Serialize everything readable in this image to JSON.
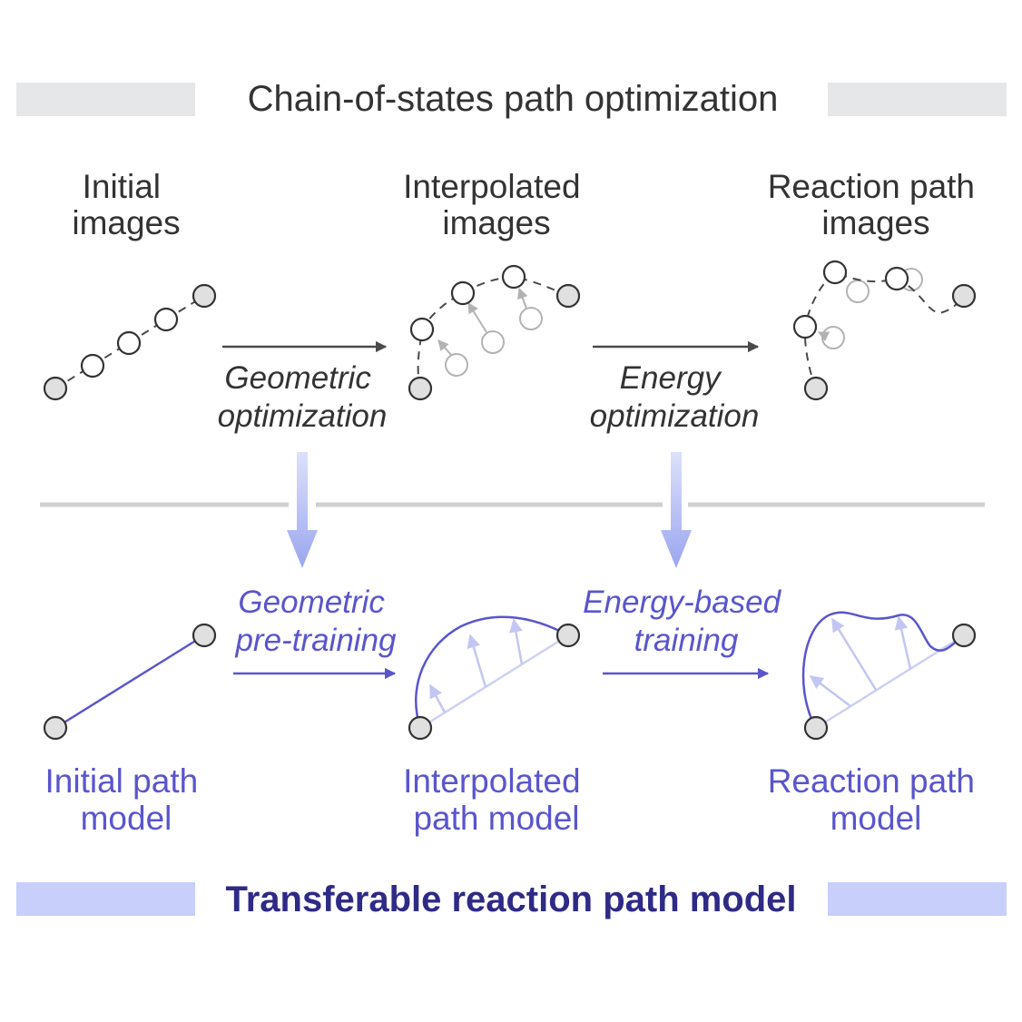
{
  "header": {
    "title": "Chain-of-states path optimization"
  },
  "top_row": {
    "initial": {
      "line1": "Initial",
      "line2": "images"
    },
    "interpolated": {
      "line1": "Interpolated",
      "line2": "images"
    },
    "reaction": {
      "line1": "Reaction path",
      "line2": "images"
    },
    "op1": {
      "line1": "Geometric",
      "line2": "optimization"
    },
    "op2": {
      "line1": "Energy",
      "line2": "optimization"
    }
  },
  "bottom_row": {
    "op1": {
      "line1": "Geometric",
      "line2": "pre-training"
    },
    "op2": {
      "line1": "Energy-based",
      "line2": "training"
    },
    "initial": {
      "line1": "Initial path",
      "line2": "model"
    },
    "interpolated": {
      "line1": "Interpolated",
      "line2": "path model"
    },
    "reaction": {
      "line1": "Reaction path",
      "line2": "model"
    }
  },
  "footer": {
    "title": "Transferable reaction path model"
  },
  "colors": {
    "gray_text": "#333333",
    "purple_text": "#5a55cc",
    "navy_title": "#2f2a86",
    "gray_bar": "#e6e7e8",
    "lavender_bar": "#c8cffb",
    "node_fill": "#e0e0e0"
  }
}
